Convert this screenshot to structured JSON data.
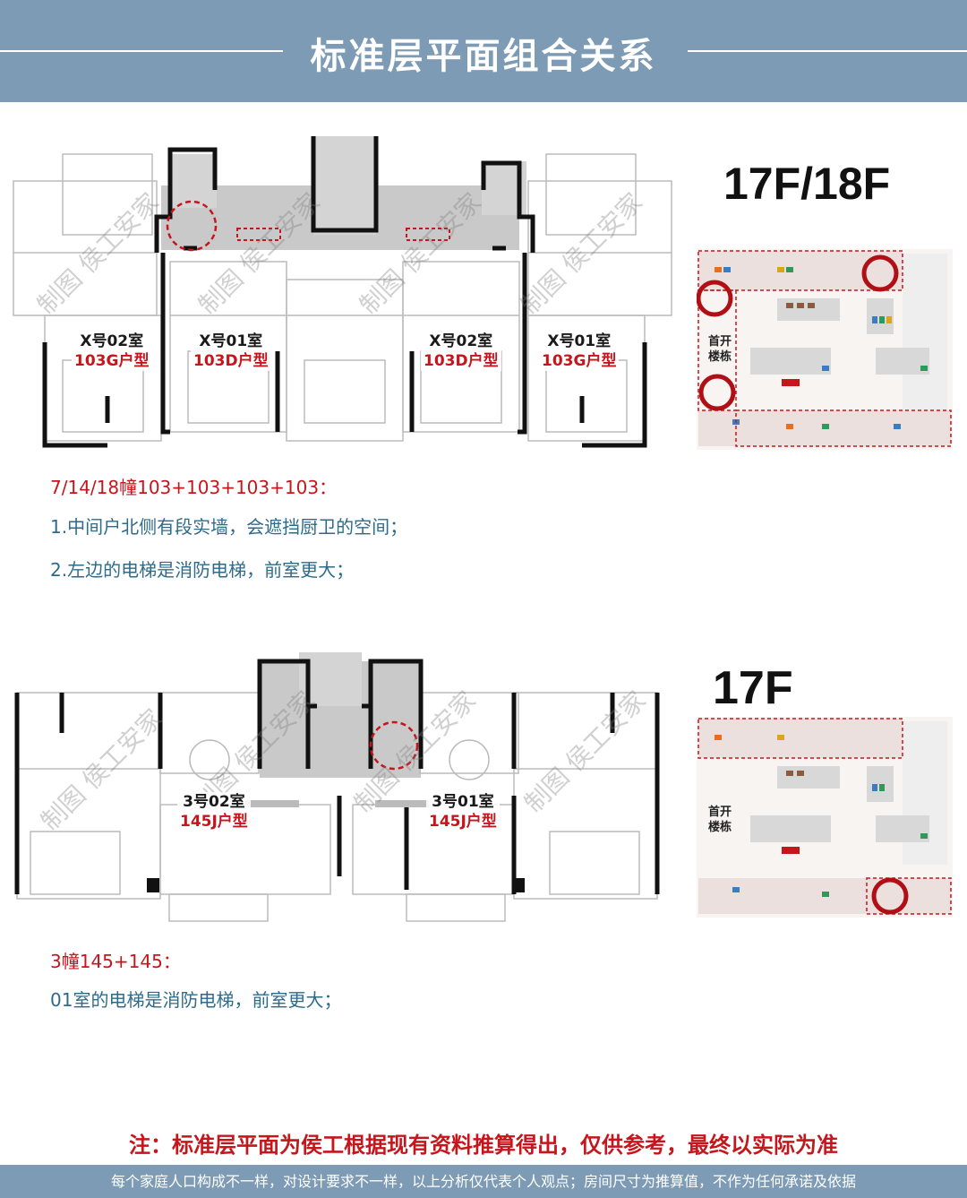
{
  "header": {
    "title": "标准层平面组合关系"
  },
  "section1": {
    "floor": "17F/18F",
    "units": [
      {
        "room": "X号02室",
        "type": "103G户型"
      },
      {
        "room": "X号01室",
        "type": "103D户型"
      },
      {
        "room": "X号02室",
        "type": "103D户型"
      },
      {
        "room": "X号01室",
        "type": "103G户型"
      }
    ],
    "site_label": "首开\n楼栋",
    "note_title": "7/14/18幢103+103+103+103：",
    "notes": [
      "1.中间户北侧有段实墙，会遮挡厨卫的空间；",
      "2.左边的电梯是消防电梯，前室更大；"
    ]
  },
  "section2": {
    "floor": "17F",
    "units": [
      {
        "room": "3号02室",
        "type": "145J户型"
      },
      {
        "room": "3号01室",
        "type": "145J户型"
      }
    ],
    "site_label": "首开\n楼栋",
    "note_title": "3幢145+145：",
    "notes": [
      "01室的电梯是消防电梯，前室更大；"
    ]
  },
  "watermark": "制图 侯工安家",
  "disclaimer": "注：标准层平面为侯工根据现有资料推算得出，仅供参考，最终以实际为准",
  "footer": "每个家庭人口构成不一样，对设计要求不一样，以上分析仅代表个人观点；房间尺寸为推算值，不作为任何承诺及依据",
  "colors": {
    "header": "#7d9bb4",
    "accent_red": "#c6161c",
    "note_blue": "#2e6b8a"
  }
}
